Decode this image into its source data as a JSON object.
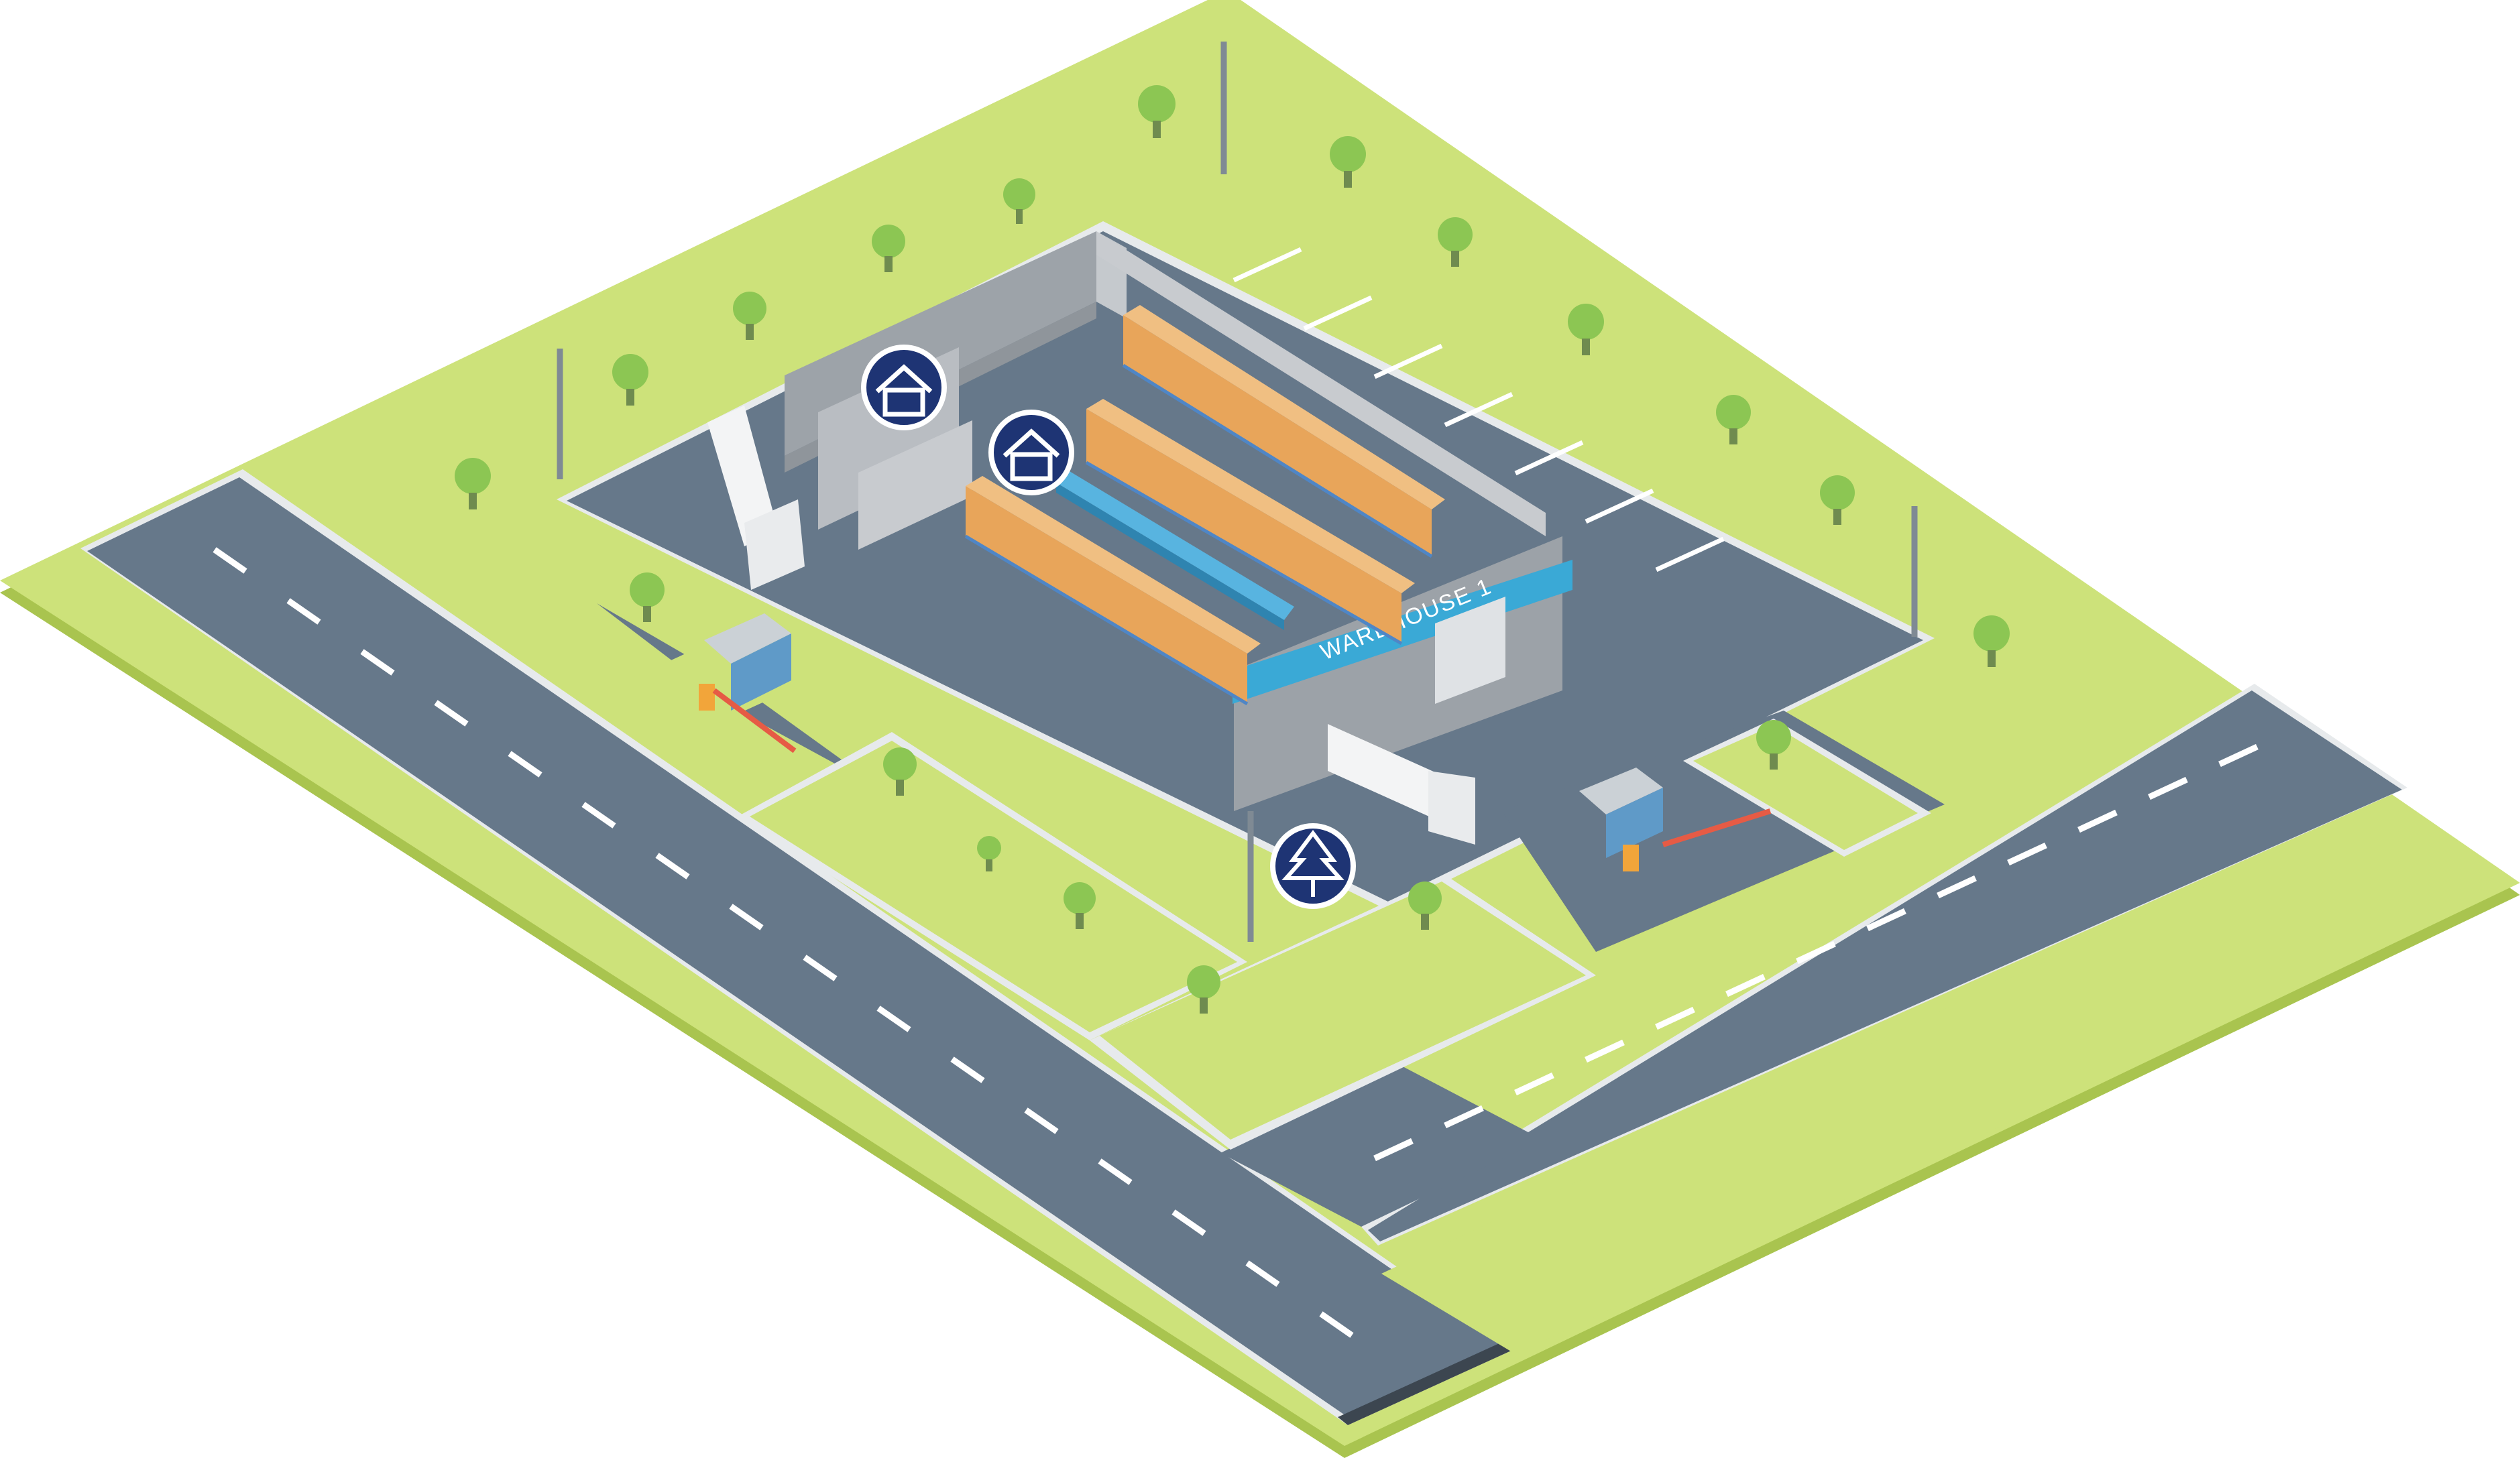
{
  "map": {
    "warehouse_sign": "WAREHOUSE 1",
    "markers": [
      {
        "id": "office-upper",
        "icon": "house-icon"
      },
      {
        "id": "office-lower",
        "icon": "house-icon"
      },
      {
        "id": "green-zone",
        "icon": "tree-icon"
      }
    ],
    "colors": {
      "grass": "#cde27a",
      "grass_edge": "#a9c44f",
      "road": "#66788a",
      "curb": "#e7eaec",
      "lot": "#6b7a88",
      "marker": "#1e3474",
      "awning": "#3aa9d6",
      "wall": "#b9bdc2",
      "box": "#e8a55a",
      "rack": "#4f86c6",
      "conveyor": "#58b4e0",
      "barrier_booth": "#f2a53a"
    }
  }
}
